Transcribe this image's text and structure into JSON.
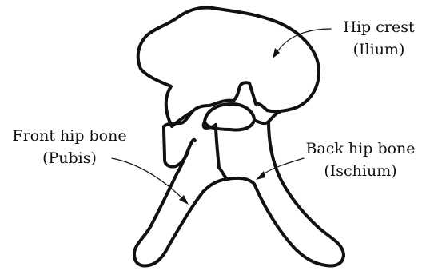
{
  "labels": {
    "hip_crest": {
      "line1": "Hip crest",
      "line2": "(Ilium)"
    },
    "front_hip_bone": {
      "line1": "Front hip bone",
      "line2": "(Pubis)"
    },
    "back_hip_bone": {
      "line1": "Back hip bone",
      "line2": "(Ischium)"
    }
  }
}
